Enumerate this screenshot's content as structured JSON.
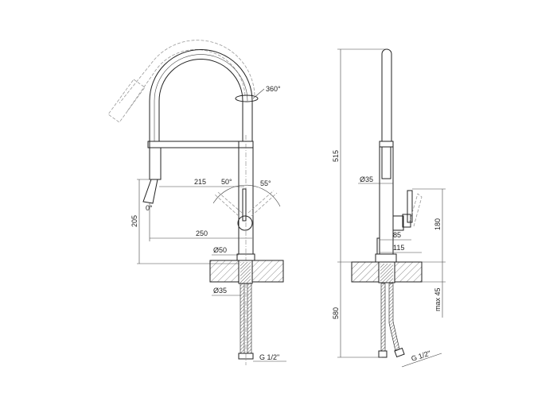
{
  "title": "Kitchen faucet technical drawing",
  "front_view": {
    "rotation": "360°",
    "angle_left": "50°",
    "angle_right": "55°",
    "angle_spray": "0°",
    "dim_215": "215",
    "dim_250": "250",
    "dim_205": "205",
    "dia_50": "Ø50",
    "dia_35": "Ø35",
    "thread": "G 1/2\""
  },
  "side_view": {
    "dim_515": "515",
    "dia_35": "Ø35",
    "dim_85": "85",
    "dim_115": "115",
    "dim_180": "180",
    "dim_max45": "max 45",
    "dim_580": "580",
    "thread": "G 1/2\""
  }
}
